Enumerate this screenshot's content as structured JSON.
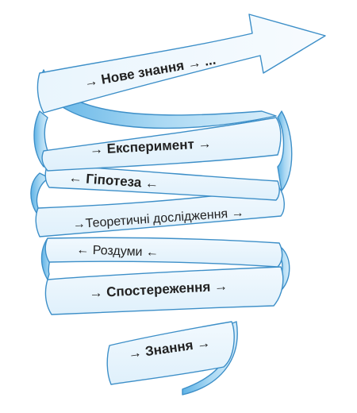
{
  "diagram": {
    "type": "spiral-ribbon",
    "colors": {
      "ribbon_front": "#e8f4fc",
      "ribbon_back": "#9ed0ee",
      "ribbon_edge": "#3d8fc8",
      "text": "#222222"
    },
    "steps": [
      {
        "label": "→ Знання →",
        "style": "bold"
      },
      {
        "label": "→ Спостереження →",
        "style": "bold"
      },
      {
        "label": "← Роздуми ←",
        "style": "regular"
      },
      {
        "label": "→Теоретичні дослідження →",
        "style": "regular"
      },
      {
        "label": "← Гіпотеза ←",
        "style": "bold"
      },
      {
        "label": "→ Експеримент →",
        "style": "bold"
      },
      {
        "label": "→ Нове знання → ...",
        "style": "bold"
      }
    ]
  }
}
